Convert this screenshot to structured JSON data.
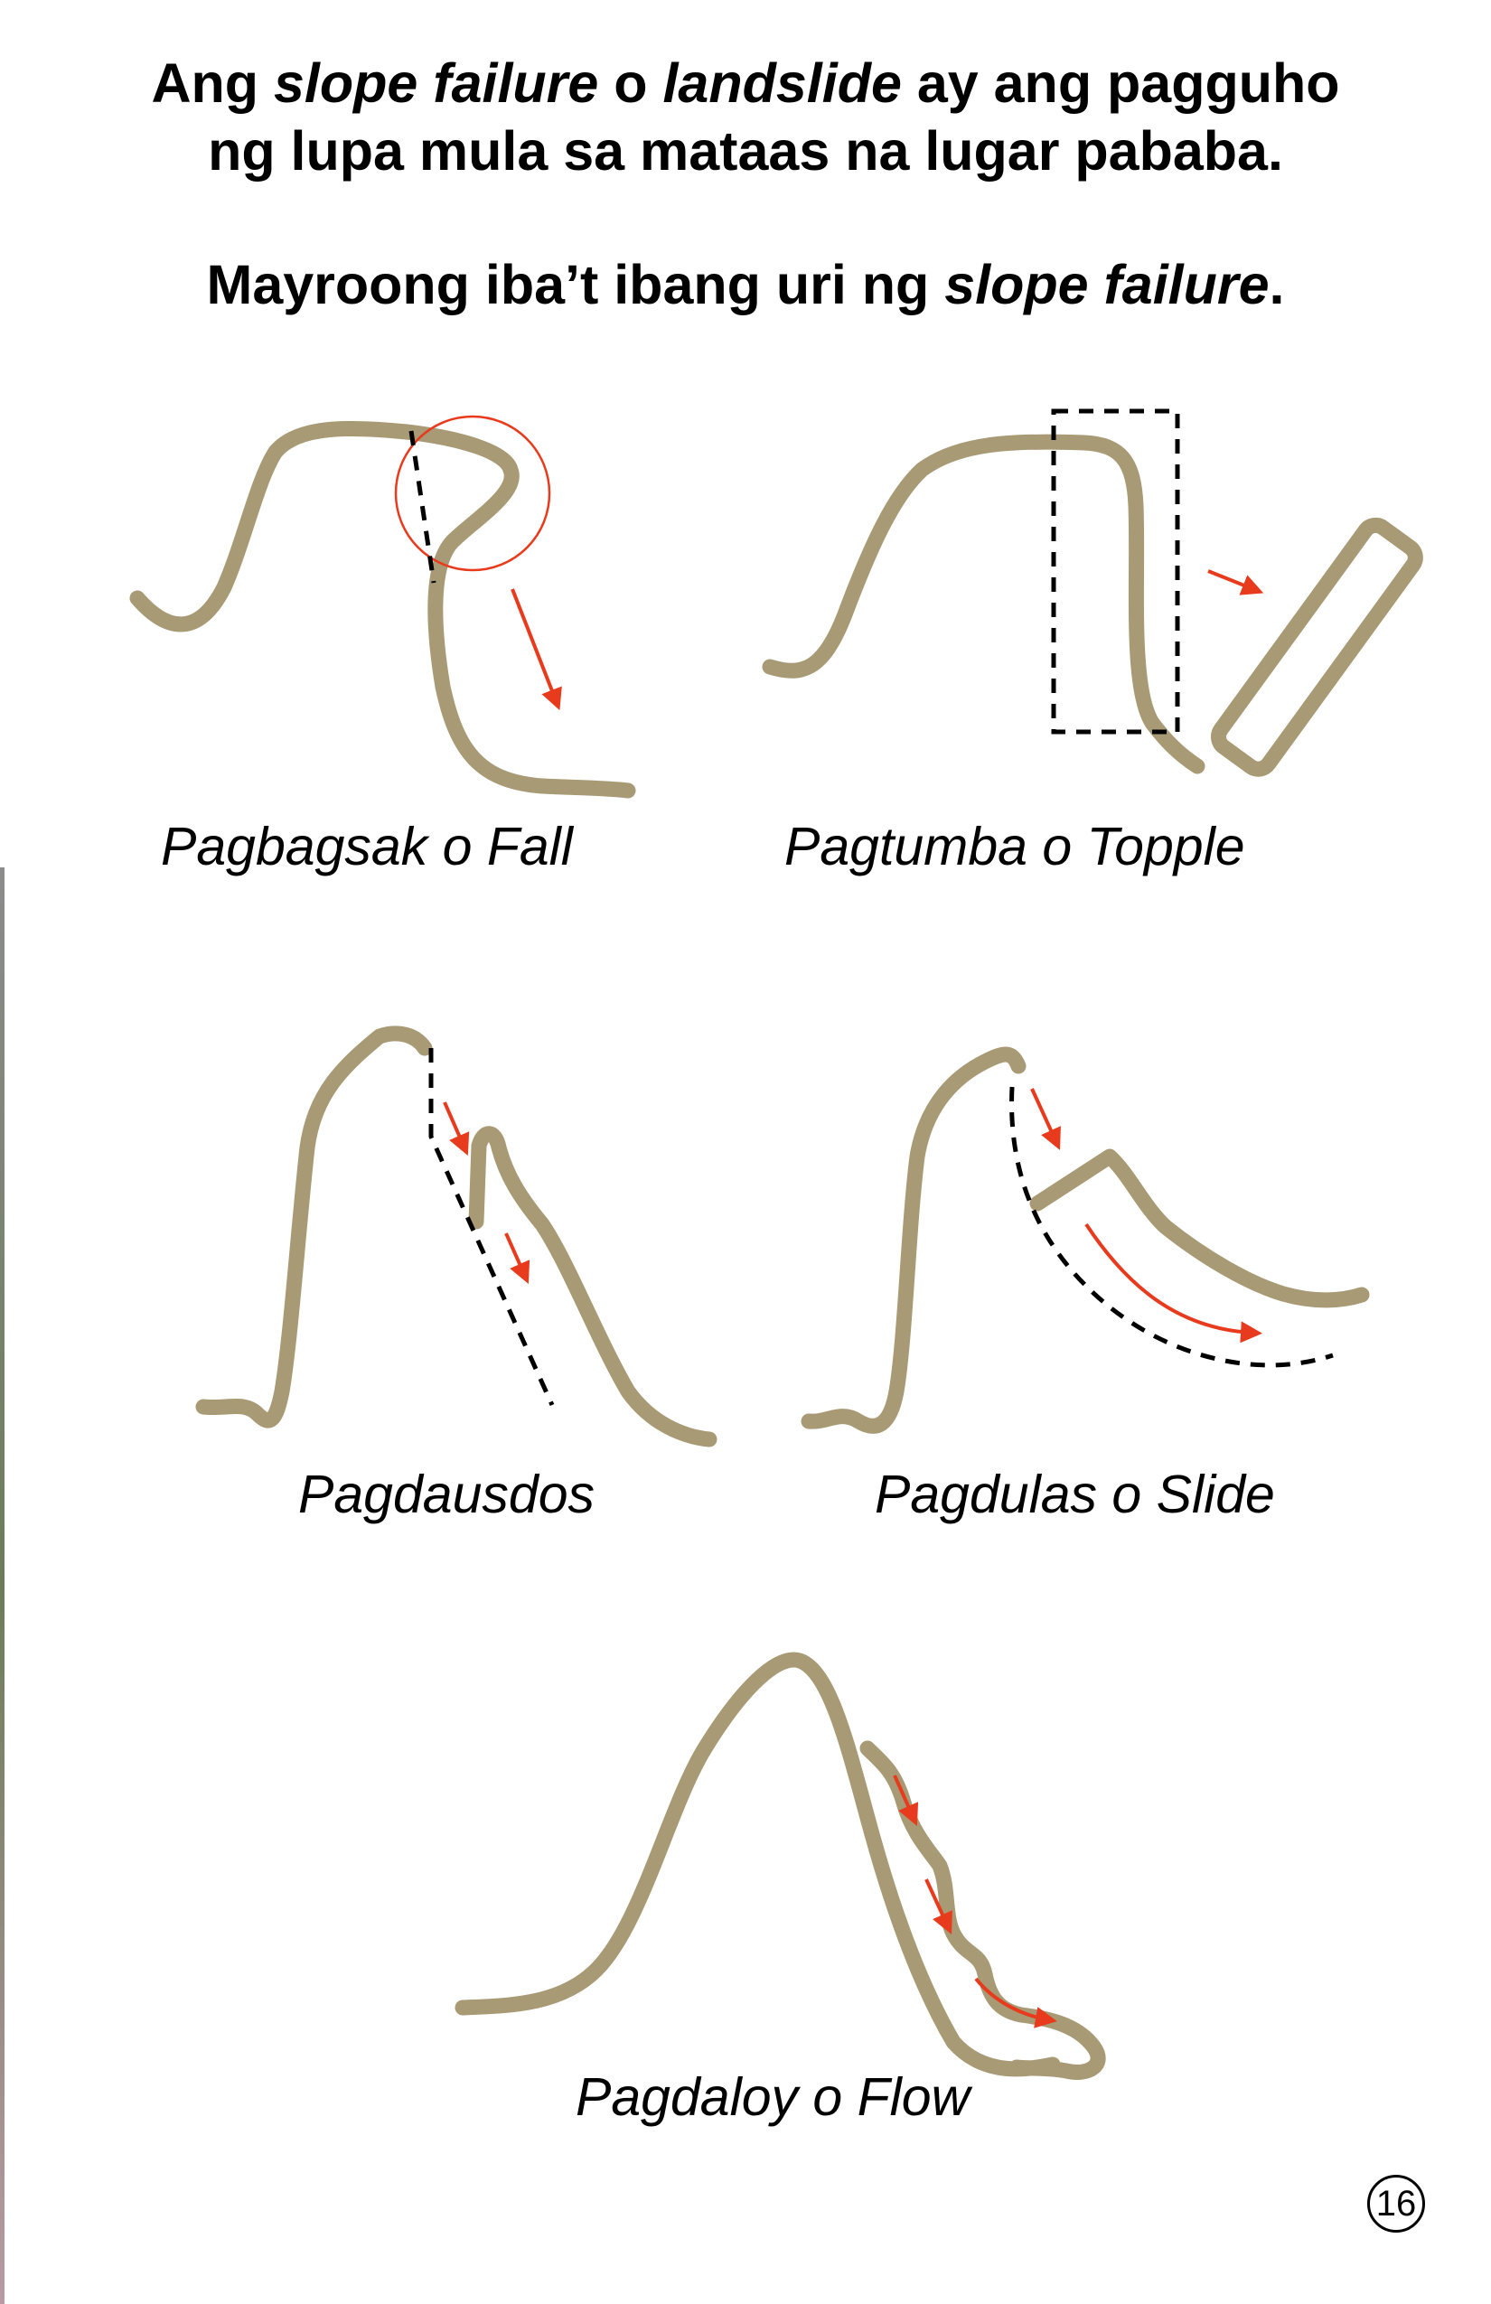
{
  "intro": {
    "part1": "Ang ",
    "term1": "slope failure",
    "part2": " o ",
    "term2": "landslide",
    "part3": " ay ang pagguho",
    "line2": "ng lupa mula sa mataas na lugar pababa."
  },
  "variety": {
    "part1": "Mayroong iba’t ibang uri ng ",
    "term": "slope failure",
    "part2": "."
  },
  "panels": {
    "fall": "Pagbagsak o Fall",
    "topple": "Pagtumba o Topple",
    "slump": "Pagdausdos",
    "slide": "Pagdulas o Slide",
    "flow": "Pagdaloy o Flow"
  },
  "page_number": "16",
  "colors": {
    "earth": "#a79a74",
    "arrow": "#e83a1c",
    "circle": "#e83a1c",
    "dash": "#000000"
  }
}
